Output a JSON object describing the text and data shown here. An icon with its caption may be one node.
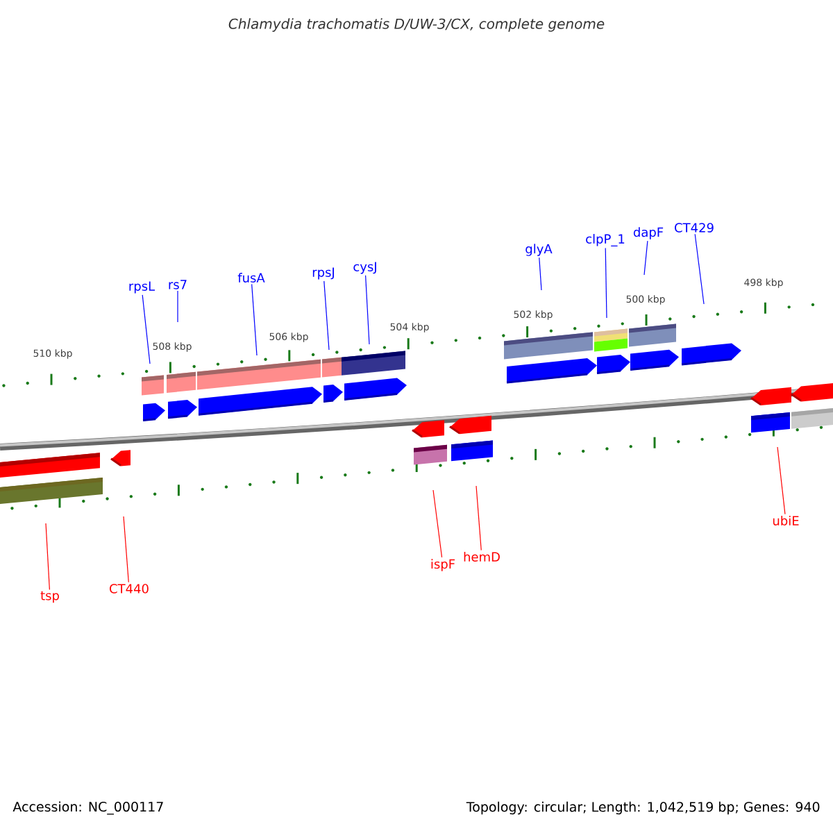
{
  "diagram": {
    "title": "*Chlamydia trachomatis D/UW-3/CX, complete genome*",
    "nodes": [
      {
        "text": [
          "rpsL"
        ]
      },
      {
        "text": [
          "rs7"
        ]
      },
      {
        "text": [
          "fusA"
        ]
      },
      {
        "text": [
          "rpsJ"
        ]
      },
      {
        "text": [
          "cysJ"
        ]
      },
      {
        "text": [
          "glyA"
        ]
      },
      {
        "text": [
          "clpP_1"
        ]
      },
      {
        "text": [
          "dapF"
        ]
      },
      {
        "text": [
          "CT429"
        ]
      },
      {
        "text": [
          "tsp"
        ]
      },
      {
        "text": [
          "CT440"
        ]
      },
      {
        "text": [
          "ispF"
        ]
      },
      {
        "text": [
          "hemD"
        ]
      },
      {
        "text": [
          "ubiE"
        ]
      }
    ],
    "edges": [
      {
        "from": 0,
        "to": null,
        "arrow": "none"
      },
      {
        "from": 1,
        "to": null,
        "arrow": "none"
      },
      {
        "from": 2,
        "to": null,
        "arrow": "none"
      },
      {
        "from": 3,
        "to": null,
        "arrow": "none"
      },
      {
        "from": 4,
        "to": null,
        "arrow": "none"
      },
      {
        "from": 5,
        "to": null,
        "arrow": "none"
      },
      {
        "from": 6,
        "to": null,
        "arrow": "none"
      },
      {
        "from": 7,
        "to": null,
        "arrow": "none"
      },
      {
        "from": 8,
        "to": null,
        "arrow": "none"
      },
      {
        "from": 9,
        "to": null,
        "arrow": "none",
        "color": "#ff0000"
      },
      {
        "from": 10,
        "to": null,
        "arrow": "none",
        "color": "#ff0000"
      },
      {
        "from": 11,
        "to": null,
        "arrow": "none",
        "color": "#ff0000"
      },
      {
        "from": 12,
        "to": null,
        "arrow": "none",
        "color": "#ff0000"
      },
      {
        "from": 13,
        "to": null,
        "arrow": "none",
        "color": "#ff0000"
      }
    ],
    "labels": [
      "510 kbp",
      "508 kbp",
      "506 kbp",
      "504 kbp",
      "502 kbp",
      "500 kbp",
      "498 kbp",
      "Accession: NC_000117",
      "Topology: circular; Length: 1,042,519 bp; Genes: 940"
    ]
  }
}
